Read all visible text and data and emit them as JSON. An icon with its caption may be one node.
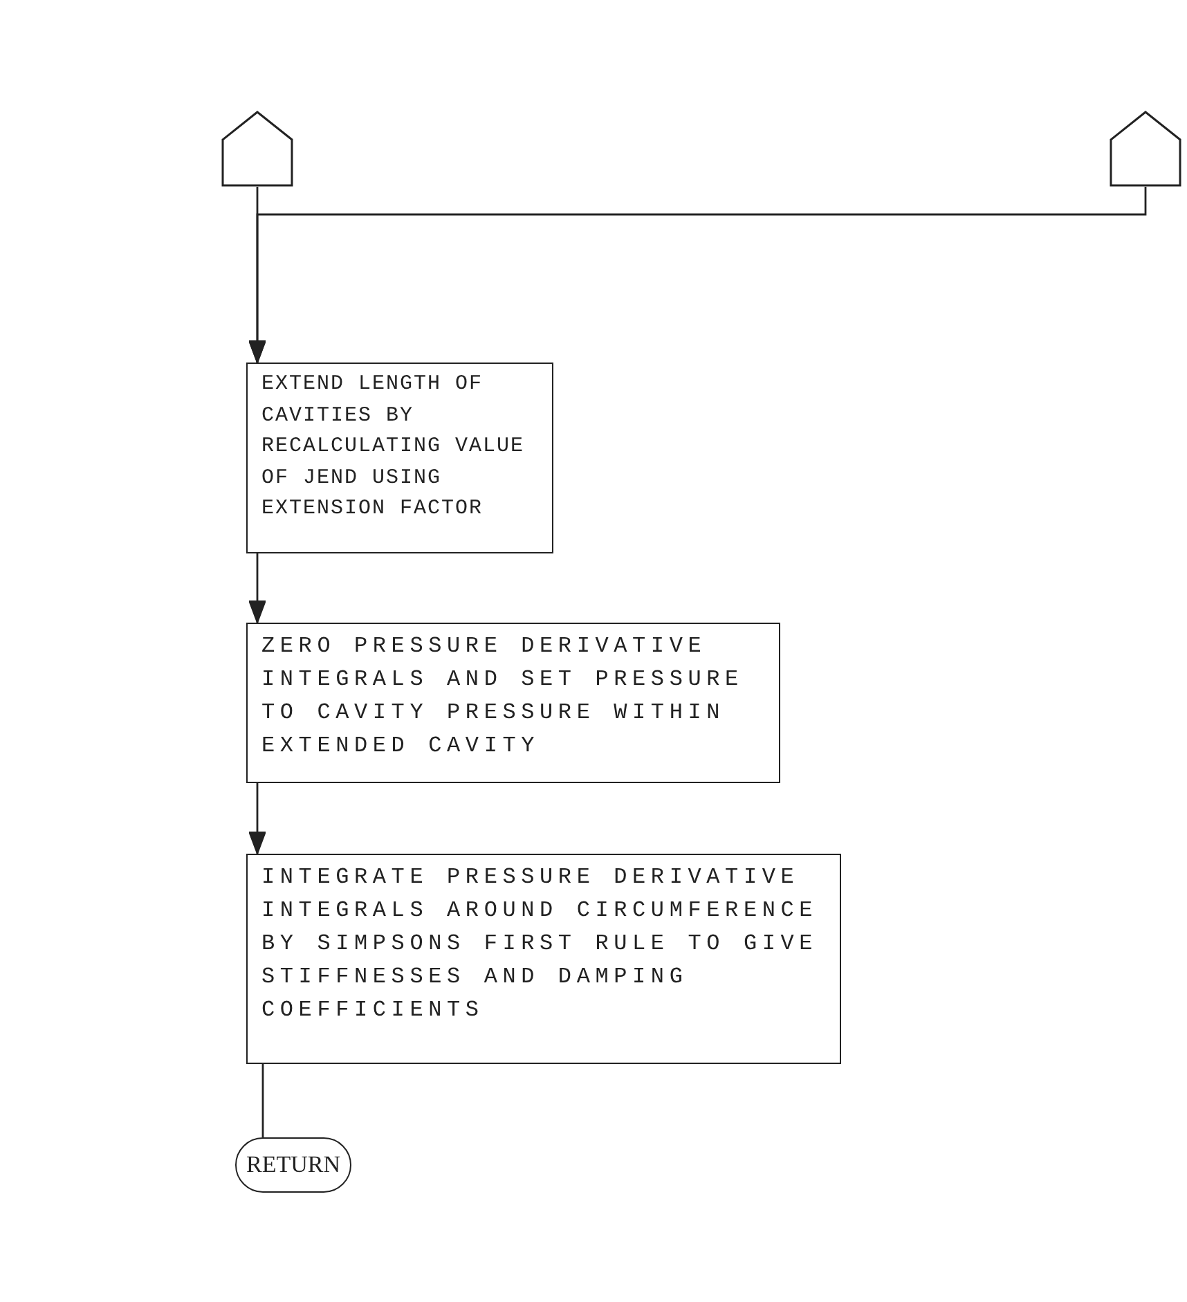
{
  "diagram": {
    "nodes": [
      {
        "text": [],
        "shape": "pentagon"
      },
      {
        "text": [],
        "shape": "pentagon"
      },
      {
        "text": [
          "EXTEND LENGTH OF CAVITIES BY RECALCULATING VALUE OF JEND USING EXTENSION FACTOR"
        ]
      },
      {
        "text": [
          "ZERO PRESSURE DERIVATIVE INTEGRALS AND SET PRESSURE TO CAVITY PRESSURE WITHIN EXTENDED CAVITY"
        ]
      },
      {
        "text": [
          "INTEGRATE PRESSURE DERIVATIVE INTEGRALS AROUND CIRCUMFERENCE BY SIMPSONS FIRST RULE TO GIVE STIFFNESSES AND DAMPING COEFFICIENTS"
        ]
      },
      {
        "text": [
          "RETURN"
        ]
      }
    ],
    "edges": [
      {
        "from": 0,
        "to": 2,
        "arrow": "to"
      },
      {
        "from": 1,
        "to": 2,
        "arrow": "to"
      },
      {
        "from": 2,
        "to": 3,
        "arrow": "to"
      },
      {
        "from": 3,
        "to": 4,
        "arrow": "to"
      },
      {
        "from": 4,
        "to": 5,
        "arrow": "none"
      }
    ]
  }
}
